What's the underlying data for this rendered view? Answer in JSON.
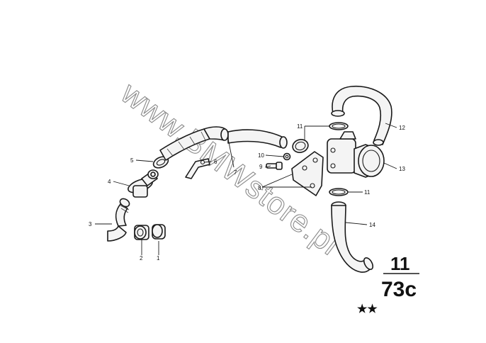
{
  "diagram": {
    "callouts": [
      {
        "id": "c1",
        "label": "1"
      },
      {
        "id": "c2",
        "label": "2"
      },
      {
        "id": "c3",
        "label": "3"
      },
      {
        "id": "c4",
        "label": "4"
      },
      {
        "id": "c5",
        "label": "5"
      },
      {
        "id": "c6",
        "label": "6"
      },
      {
        "id": "c7",
        "label": "7"
      },
      {
        "id": "c8",
        "label": "8"
      },
      {
        "id": "c9",
        "label": "9"
      },
      {
        "id": "c10",
        "label": "10"
      },
      {
        "id": "c11a",
        "label": "11"
      },
      {
        "id": "c11b",
        "label": "11"
      },
      {
        "id": "c12",
        "label": "12"
      },
      {
        "id": "c13",
        "label": "13"
      },
      {
        "id": "c14",
        "label": "14"
      }
    ],
    "group_code": {
      "main_group": "11",
      "subgroup": "73c",
      "stars": "★★"
    },
    "watermark": "www.BMWstore.pl"
  }
}
